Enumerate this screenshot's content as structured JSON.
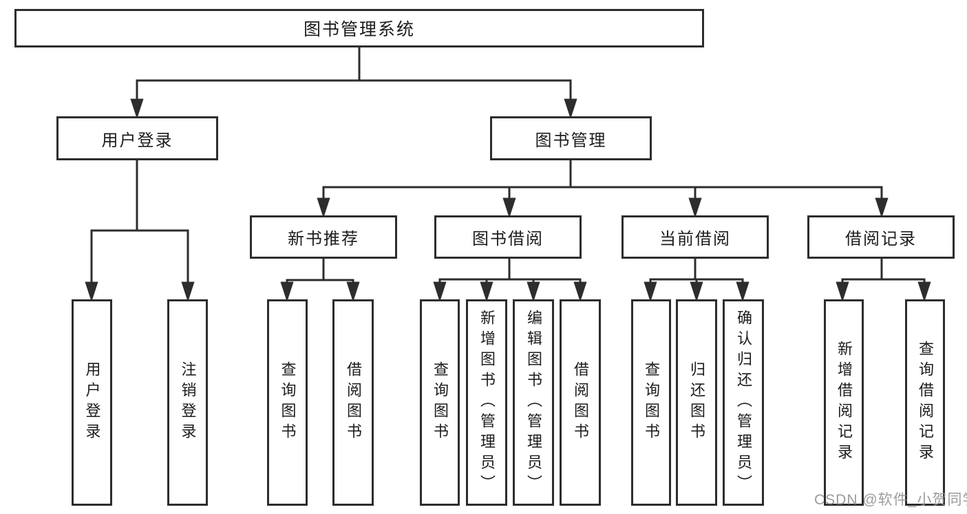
{
  "tree": {
    "label": "图书管理系统",
    "children": [
      {
        "label": "用户登录",
        "children": [
          {
            "label": "用户登录"
          },
          {
            "label": "注销登录"
          }
        ]
      },
      {
        "label": "图书管理",
        "children": [
          {
            "label": "新书推荐",
            "children": [
              {
                "label": "查询图书"
              },
              {
                "label": "借阅图书"
              }
            ]
          },
          {
            "label": "图书借阅",
            "children": [
              {
                "label": "查询图书"
              },
              {
                "label": "新增图书（管理员）"
              },
              {
                "label": "编辑图书（管理员）"
              },
              {
                "label": "借阅图书"
              }
            ]
          },
          {
            "label": "当前借阅",
            "children": [
              {
                "label": "查询图书"
              },
              {
                "label": "归还图书"
              },
              {
                "label": "确认归还（管理员）"
              }
            ]
          },
          {
            "label": "借阅记录",
            "children": [
              {
                "label": "新增借阅记录"
              },
              {
                "label": "查询借阅记录"
              }
            ]
          }
        ]
      }
    ]
  },
  "watermark": {
    "text": "CSDN @软件_小贺同学"
  },
  "colors": {
    "line": "#2d2d2d",
    "text": "#1c1c1c",
    "background": "#ffffff",
    "watermark": "#919191"
  }
}
